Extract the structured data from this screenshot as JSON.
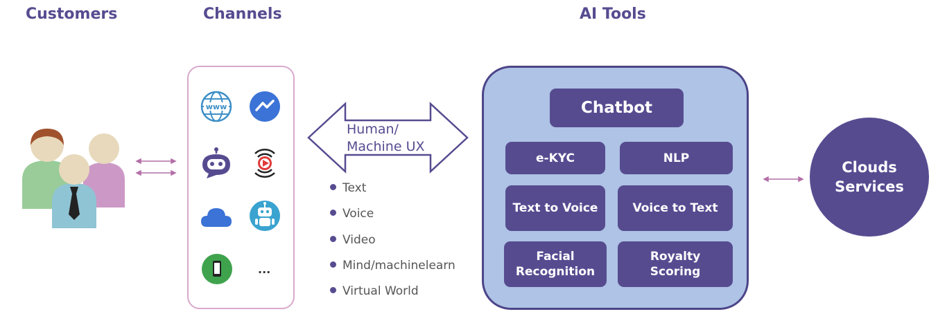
{
  "headings": {
    "customers": "Customers",
    "channels": "Channels",
    "ai_tools": "AI Tools"
  },
  "channel_icons": [
    "www-globe-icon",
    "messenger-icon",
    "chatbot-robot-icon",
    "video-play-icon",
    "cloud-icon",
    "robot-icon",
    "mobile-phone-icon"
  ],
  "channels_more": "...",
  "ux_label": "Human/\nMachine UX",
  "modalities": [
    "Text",
    "Voice",
    "Video",
    "Mind/machinelearn",
    "Virtual World"
  ],
  "ai_tools": {
    "chatbot": "Chatbot",
    "ekyc": "e-KYC",
    "nlp": "NLP",
    "text_to_voice": "Text to Voice",
    "voice_to_text": "Voice to Text",
    "facial_recognition": "Facial\nRecognition",
    "royalty_scoring": "Royalty\nScoring"
  },
  "clouds": "Clouds\nServices",
  "colors": {
    "primary": "#574b90",
    "panel_blue": "#aec3e5",
    "channel_border": "#d9a8cb",
    "connector": "#b46ea8"
  }
}
